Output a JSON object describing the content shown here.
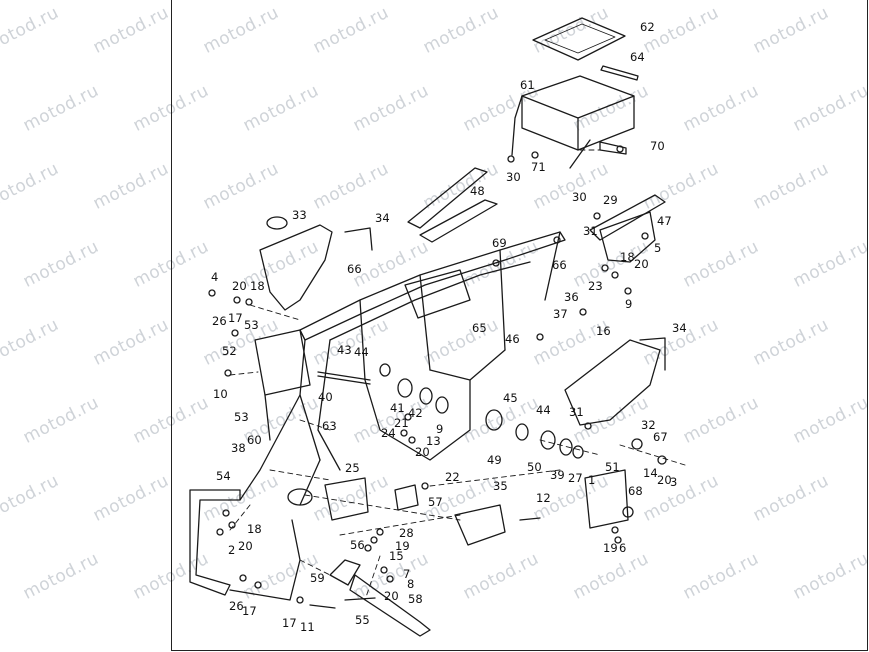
{
  "watermark": "motod.ru",
  "callouts": [
    "62",
    "64",
    "61",
    "70",
    "71",
    "48",
    "30",
    "30",
    "29",
    "47",
    "33",
    "34",
    "31",
    "5",
    "69",
    "66",
    "66",
    "18",
    "20",
    "4",
    "20",
    "18",
    "23",
    "9",
    "36",
    "17",
    "53",
    "26",
    "37",
    "16",
    "65",
    "52",
    "46",
    "34",
    "43",
    "44",
    "10",
    "40",
    "45",
    "31",
    "44",
    "41",
    "42",
    "53",
    "21",
    "9",
    "13",
    "32",
    "67",
    "24",
    "20",
    "38",
    "60",
    "63",
    "49",
    "50",
    "39",
    "27",
    "1",
    "51",
    "14",
    "20",
    "3",
    "54",
    "25",
    "22",
    "35",
    "68",
    "57",
    "12",
    "28",
    "18",
    "56",
    "19",
    "20",
    "15",
    "19",
    "6",
    "2",
    "7",
    "59",
    "8",
    "20",
    "26",
    "17",
    "58",
    "17",
    "11",
    "55"
  ]
}
